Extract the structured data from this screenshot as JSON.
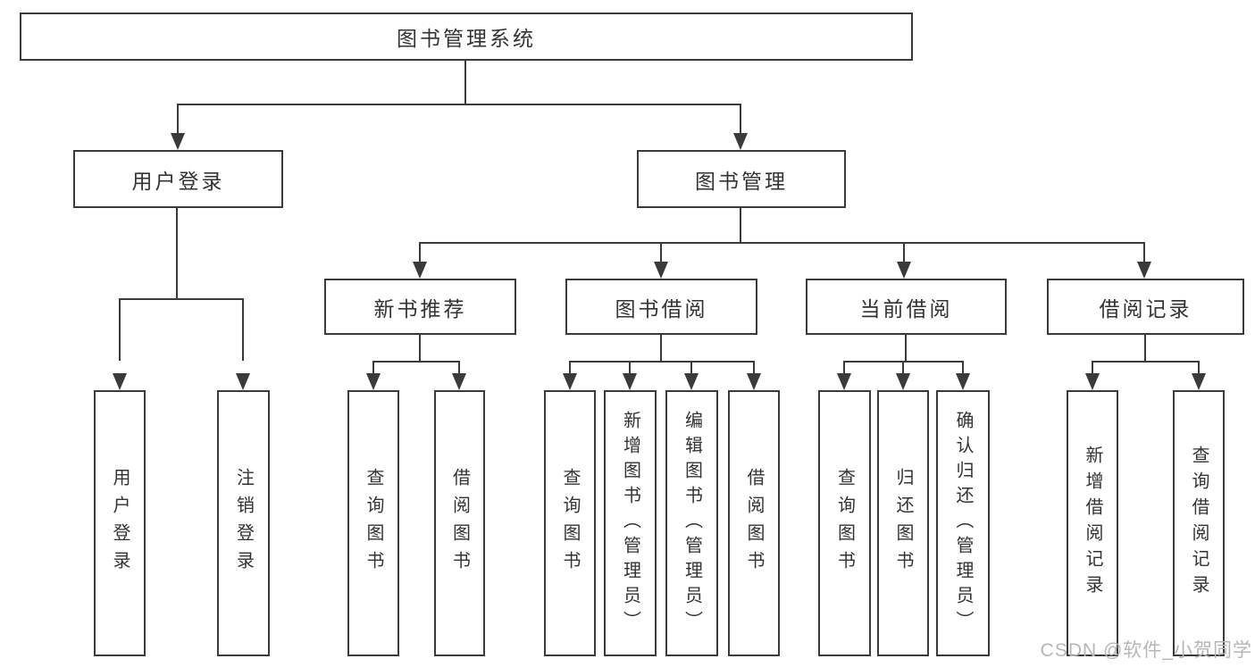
{
  "title": "图书管理系统",
  "tree": {
    "root": {
      "label": "图书管理系统"
    },
    "branches": [
      {
        "label": "用户登录",
        "leaves": [
          {
            "label": "用户登录"
          },
          {
            "label": "注销登录"
          }
        ]
      },
      {
        "label": "图书管理",
        "groups": [
          {
            "label": "新书推荐",
            "leaves": [
              {
                "label": "查询图书"
              },
              {
                "label": "借阅图书"
              }
            ]
          },
          {
            "label": "图书借阅",
            "leaves": [
              {
                "label": "查询图书"
              },
              {
                "label": "新增图书（管理员）"
              },
              {
                "label": "编辑图书（管理员）"
              },
              {
                "label": "借阅图书"
              }
            ]
          },
          {
            "label": "当前借阅",
            "leaves": [
              {
                "label": "查询图书"
              },
              {
                "label": "归还图书"
              },
              {
                "label": "确认归还（管理员）"
              }
            ]
          },
          {
            "label": "借阅记录",
            "leaves": [
              {
                "label": "新增借阅记录"
              },
              {
                "label": "查询借阅记录"
              }
            ]
          }
        ]
      }
    ]
  },
  "watermark": {
    "text": "CSDN @软件_小贺同学"
  },
  "colors": {
    "line": "#3a3a3a",
    "text": "#333333",
    "watermark": "#b4b6b9",
    "background": "#ffffff"
  }
}
